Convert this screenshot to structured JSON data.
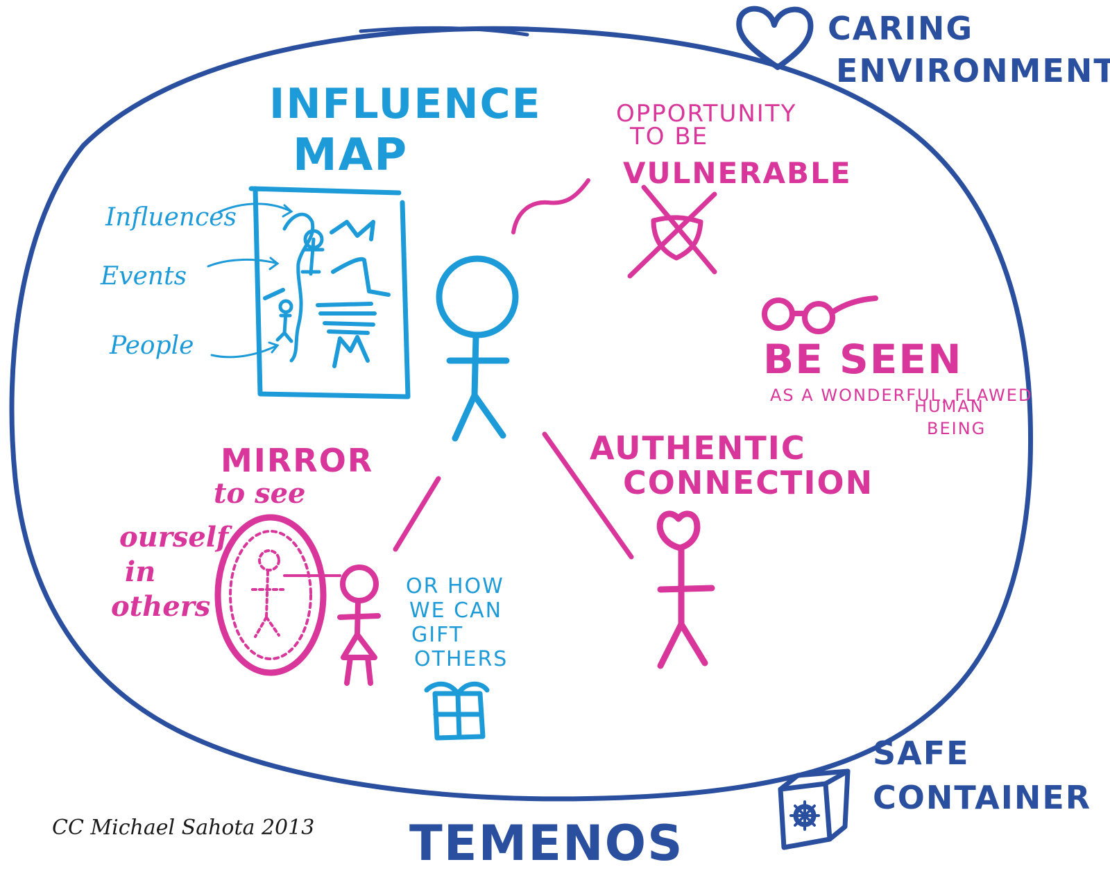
{
  "colors": {
    "navy": "#2a4f9e",
    "cyan": "#1c9bd8",
    "magenta": "#d8369a",
    "ink": "#1a1a1a",
    "paper": "#ffffff"
  },
  "corner": {
    "caring_line1": "CARING",
    "caring_line2": "ENVIRONMENT",
    "safe_line1": "SAFE",
    "safe_line2": "CONTAINER"
  },
  "influence_map": {
    "title_line1": "INFLUENCE",
    "title_line2": "MAP",
    "influences": "Influences",
    "events": "Events",
    "people": "People"
  },
  "vulnerable": {
    "line1": "OPPORTUNITY",
    "line2": "TO BE",
    "line3": "VULNERABLE"
  },
  "be_seen": {
    "title": "BE SEEN",
    "line1": "AS A WONDERFUL, FLAWED",
    "line2": "HUMAN",
    "line3": "BEING"
  },
  "connection": {
    "line1": "AUTHENTIC",
    "line2": "CONNECTION"
  },
  "mirror": {
    "title": "MIRROR",
    "line2": "to see",
    "line3": "ourself",
    "line4": "in",
    "line5": "others"
  },
  "gift": {
    "line1": "OR HOW",
    "line2": "WE CAN",
    "line3": "GIFT",
    "line4": "OTHERS"
  },
  "footer": {
    "title": "TEMENOS",
    "credit": "CC Michael Sahota 2013"
  },
  "icons": [
    "heart-icon",
    "safe-icon",
    "glasses-icon",
    "crossed-shield-icon",
    "gift-box-icon",
    "mirror-icon"
  ]
}
